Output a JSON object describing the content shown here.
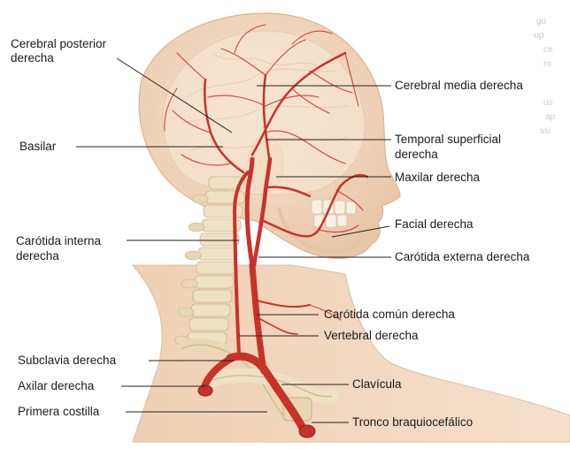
{
  "labels": {
    "cerebral_posterior_1": "Cerebral posterior",
    "cerebral_posterior_2": "derecha",
    "basilar": "Basilar",
    "carotida_interna_1": "Carótida interna",
    "carotida_interna_2": "derecha",
    "subclavia": "Subclavia derecha",
    "axilar": "Axilar derecha",
    "primera_costilla": "Primera costilla",
    "cerebral_media": "Cerebral media derecha",
    "temporal_1": "Temporal superficial",
    "temporal_2": "derecha",
    "maxilar": "Maxilar derecha",
    "facial": "Facial derecha",
    "carotida_externa": "Carótida externa derecha",
    "carotida_comun": "Carótida común derecha",
    "vertebral": "Vertebral derecha",
    "clavicula": "Clavícula",
    "tronco": "Tronco braquiocefálico"
  },
  "bleed_text": [
    "go",
    "-up",
    "ce",
    "ro",
    "us",
    "ap",
    "ssi"
  ],
  "colors": {
    "skin": "#f4dcc6",
    "skin_shadow": "#e8c3a6",
    "bone": "#efe1c4",
    "artery": "#c8322b",
    "leader": "#222222"
  }
}
